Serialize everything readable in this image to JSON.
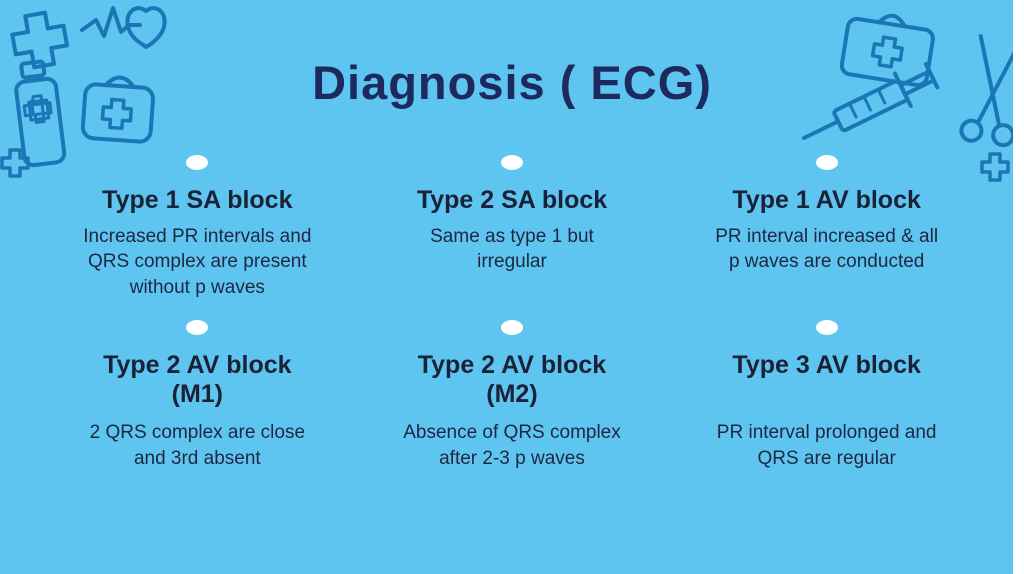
{
  "slide": {
    "title": "Diagnosis ( ECG)",
    "items": [
      {
        "heading": "Type 1 SA block",
        "body": "Increased PR intervals and QRS complex are present without p waves"
      },
      {
        "heading": "Type 2 SA block",
        "body": "Same as type 1 but irregular"
      },
      {
        "heading": "Type 1 AV block",
        "body": "PR interval increased & all p waves are conducted"
      },
      {
        "heading": "Type 2 AV block (M1)",
        "body": "2 QRS complex are close and 3rd absent"
      },
      {
        "heading": "Type 2 AV block (M2)",
        "body": "Absence of QRS complex after 2-3 p waves"
      },
      {
        "heading": "Type 3 AV block",
        "body": "PR interval prolonged and QRS are regular"
      }
    ],
    "decorations": {
      "top_left": [
        "medical-cross",
        "heartbeat-heart",
        "pill-bottle",
        "first-aid-bag",
        "small-cross"
      ],
      "top_right": [
        "first-aid-kit",
        "syringe",
        "scissors",
        "small-cross"
      ]
    },
    "colors": {
      "background": "#5EC5F0",
      "doodle": "#1B76B6",
      "title": "#1E2A5E",
      "text": "#1F2740",
      "bullet": "#FFFFFF"
    }
  }
}
